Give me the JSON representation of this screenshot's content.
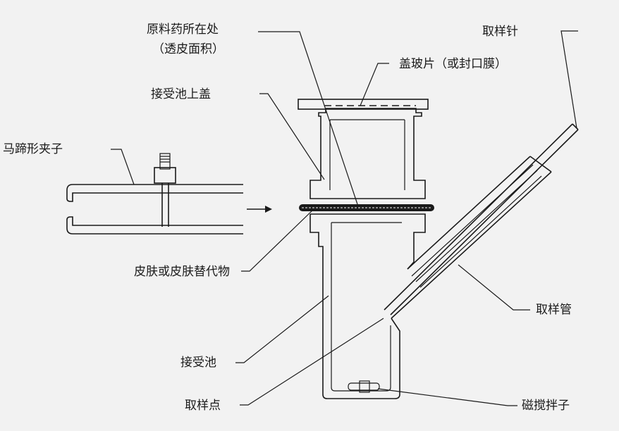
{
  "labels": {
    "drug_site_line1": "原料药所在处",
    "drug_site_line2": "（透皮面积）",
    "sampling_needle": "取样针",
    "cover_glass": "盖玻片（或封口膜）",
    "receiver_lid": "接受池上盖",
    "horseshoe_clamp": "马蹄形夹子",
    "skin": "皮肤或皮肤替代物",
    "sampling_tube": "取样管",
    "receiver_cell": "接受池",
    "sampling_point": "取样点",
    "stir_bar": "磁搅拌子"
  }
}
